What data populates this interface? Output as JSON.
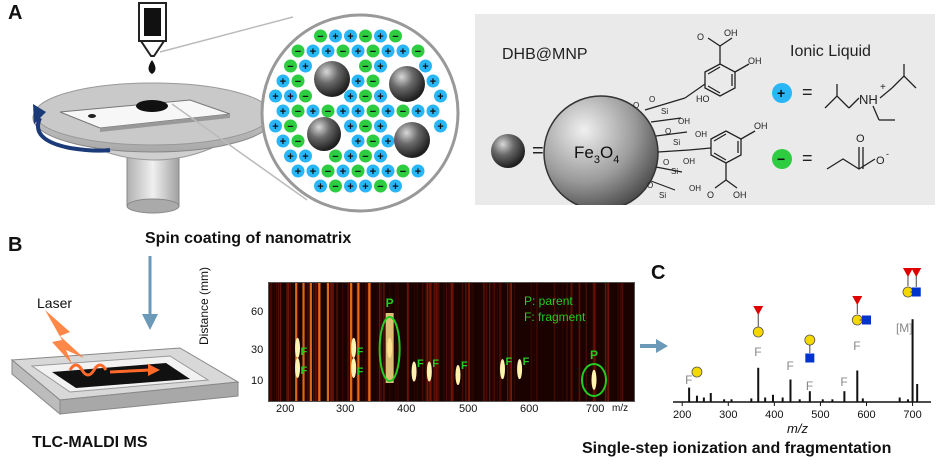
{
  "panel_labels": {
    "a": "A",
    "b": "B",
    "c": "C"
  },
  "captions": {
    "spin": "Spin coating of nanomatrix",
    "tlc": "TLC-MALDI MS",
    "single": "Single-step ionization and fragmentation"
  },
  "chem": {
    "dhb_label": "DHB@MNP",
    "ionic_label": "Ionic Liquid",
    "core_label": "Fe3O4",
    "eq1": "=",
    "eq2": "=",
    "eq3": "=",
    "cation_sign": "+",
    "anion_sign": "−",
    "nh": "NH",
    "nh_charge": "+",
    "carbox_o": "O",
    "carbox_o_minus": "O",
    "oh": "OH",
    "ho": "HO",
    "si": "Si",
    "o": "O"
  },
  "laser_label": "Laser",
  "heatmap": {
    "ylabel": "Distance (mm)",
    "yticks": [
      "60",
      "30",
      "10"
    ],
    "xticks": [
      "200",
      "300",
      "400",
      "500",
      "600",
      "700"
    ],
    "xunit": "m/z",
    "legend_p": "P: parent",
    "legend_f": "F: fragment",
    "p_marker": "P",
    "f_marker": "F"
  },
  "colors": {
    "cation": "#29b6f6",
    "anion": "#2ecc40",
    "marker_green": "#22cc22",
    "glycan_red": "#e00000",
    "glycan_yellow": "#f5d800",
    "glycan_blue": "#0033cc",
    "arrow_blue": "#6b9ab8"
  },
  "chart_data": {
    "type": "bar",
    "title": "",
    "xlabel": "m/z",
    "ylabel": "",
    "xlim": [
      180,
      740
    ],
    "x_ticks": [
      "200",
      "300",
      "400",
      "500",
      "600",
      "700"
    ],
    "x": [
      215,
      232,
      247,
      262,
      291,
      307,
      350,
      365,
      380,
      397,
      418,
      435,
      455,
      477,
      505,
      526,
      552,
      580,
      592,
      672,
      690,
      700,
      710
    ],
    "values": [
      0.16,
      0.07,
      0.05,
      0.1,
      0.03,
      0.03,
      0.04,
      0.38,
      0.05,
      0.08,
      0.05,
      0.25,
      0.03,
      0.12,
      0.03,
      0.03,
      0.12,
      0.35,
      0.04,
      0.05,
      0.03,
      0.92,
      0.2
    ],
    "annotations": [
      "F",
      "F",
      "F",
      "F",
      "F",
      "F",
      "[M]"
    ]
  }
}
